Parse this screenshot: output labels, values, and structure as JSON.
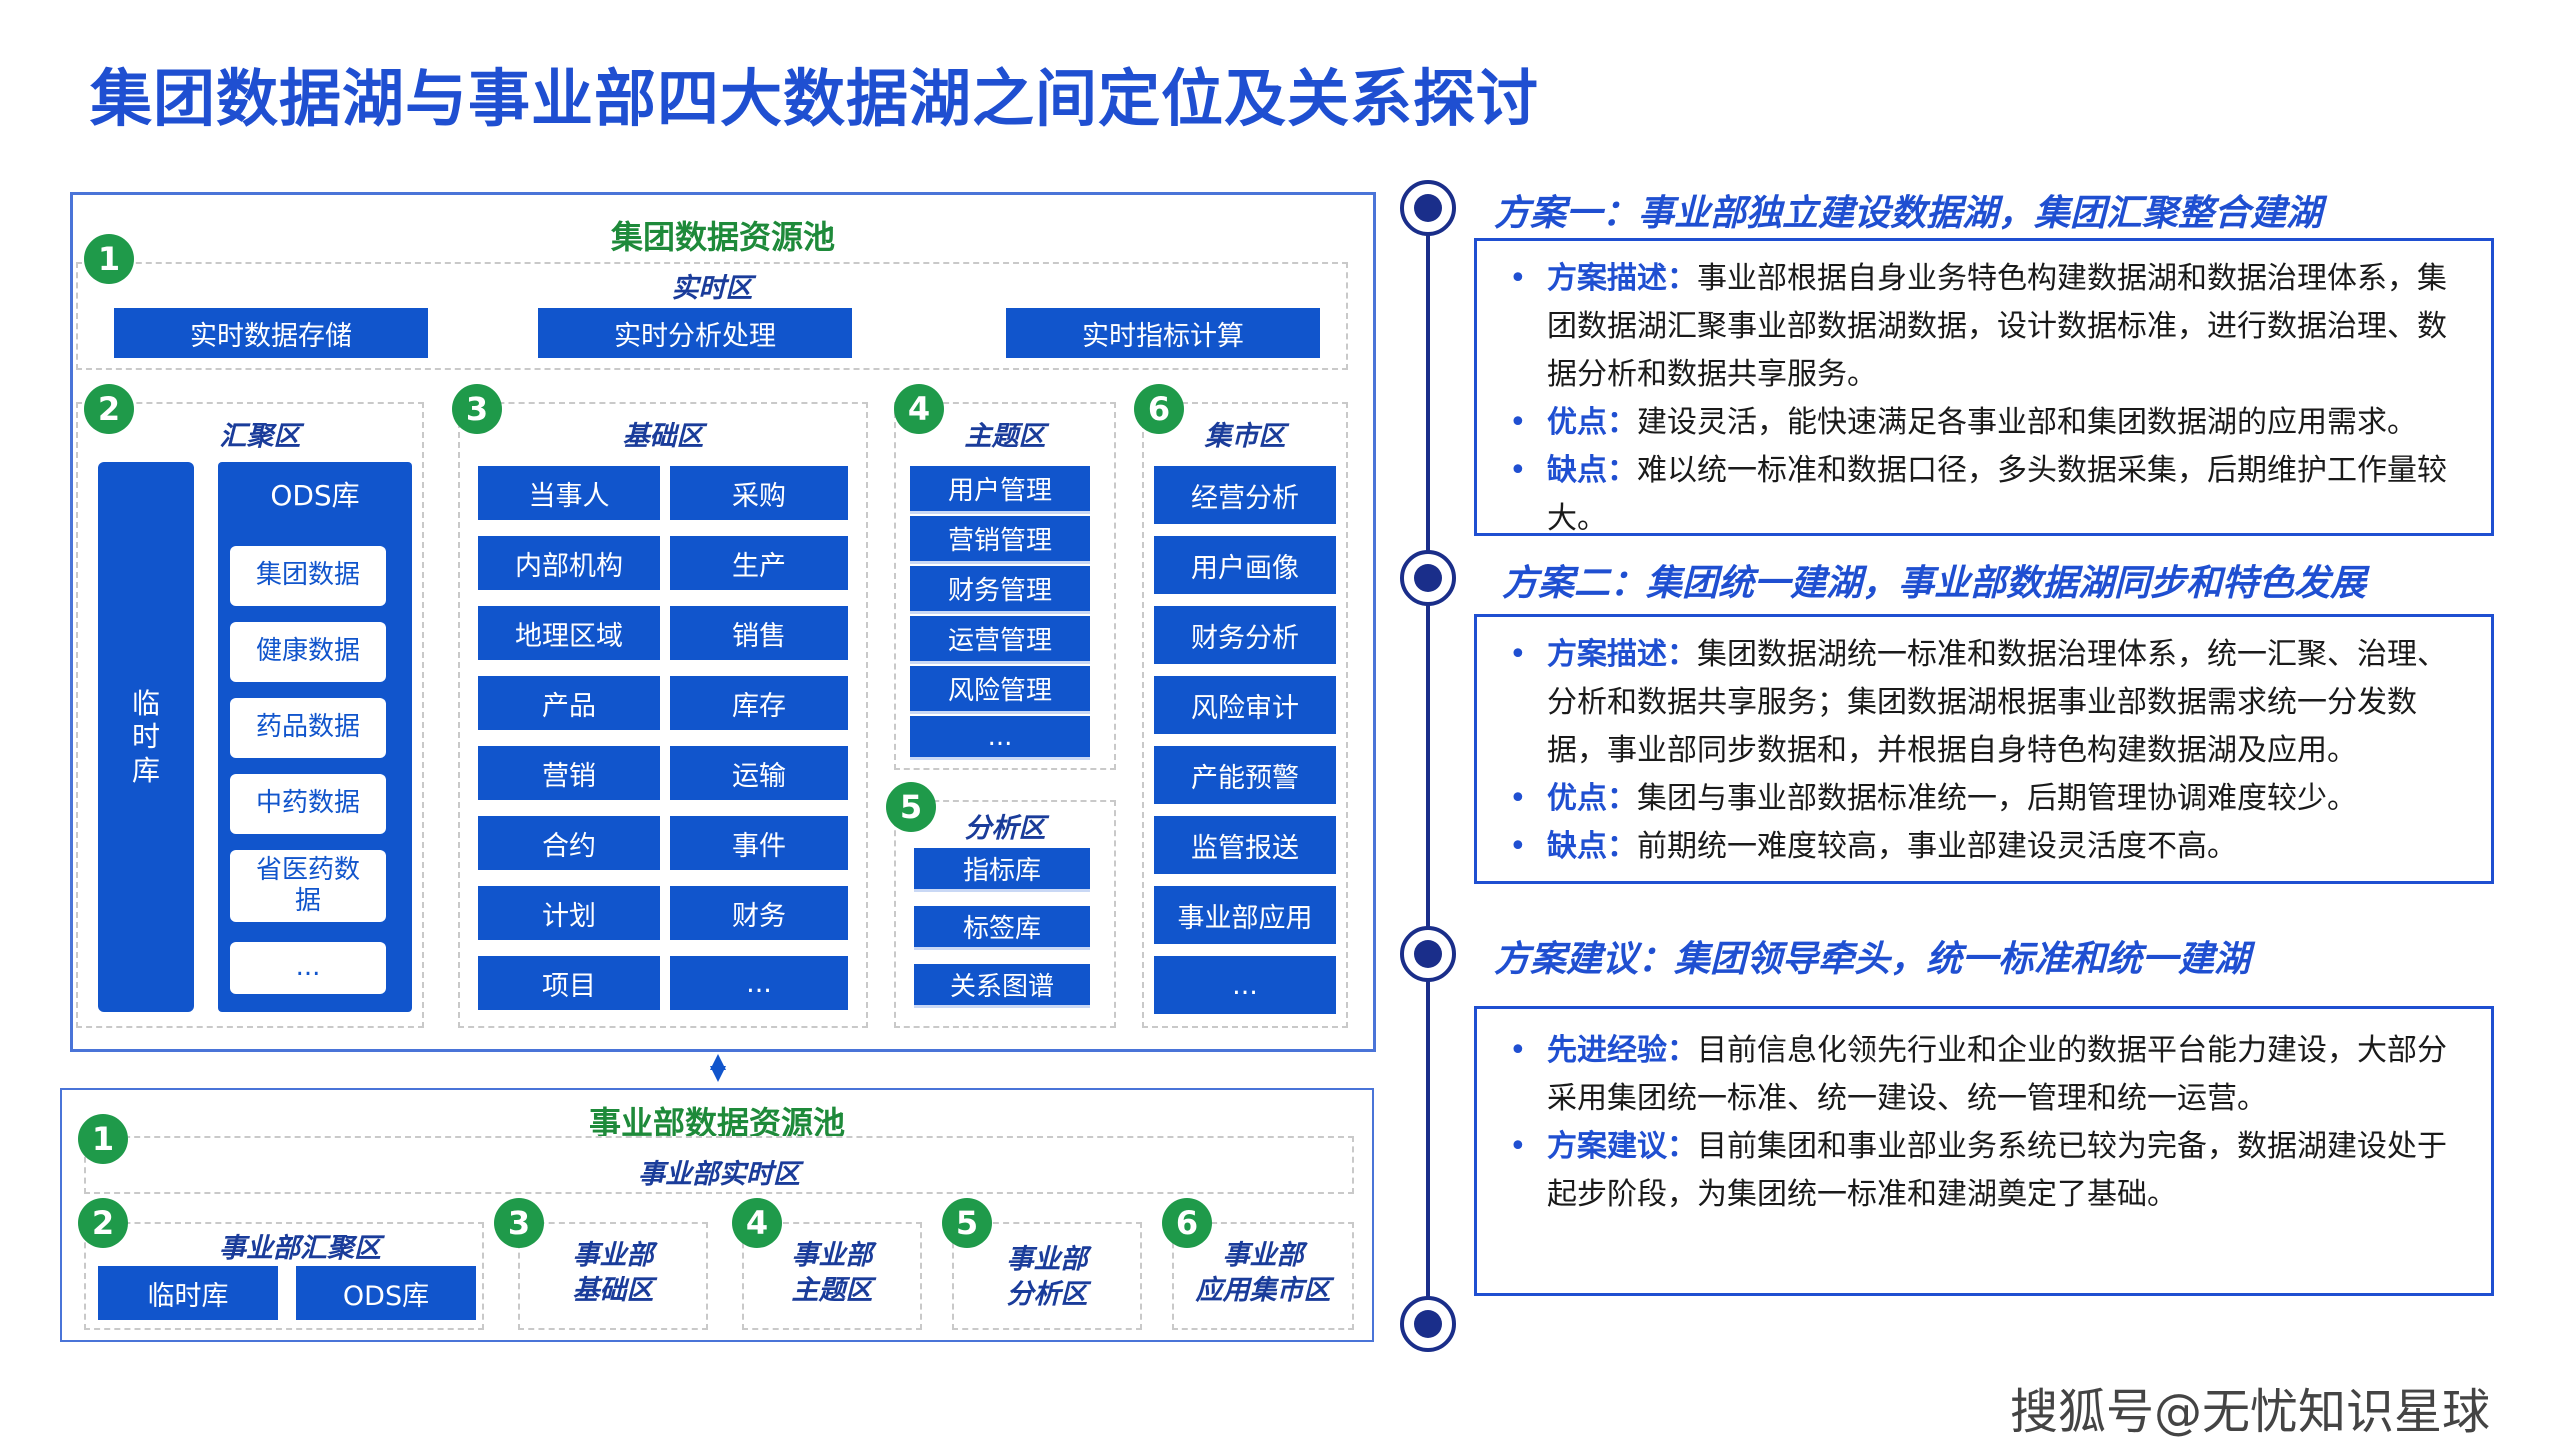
{
  "title": "集团数据湖与事业部四大数据湖之间定位及关系探讨",
  "group_pool": {
    "title": "集团数据资源池",
    "realtime": {
      "num": "1",
      "label": "实时区",
      "items": [
        "实时数据存储",
        "实时分析处理",
        "实时指标计算"
      ]
    },
    "aggregation": {
      "num": "2",
      "label": "汇聚区",
      "temp": "临时库",
      "ods_title": "ODS库",
      "ods_items": [
        "集团数据",
        "健康数据",
        "药品数据",
        "中药数据",
        "省医药数据",
        "..."
      ]
    },
    "foundation": {
      "num": "3",
      "label": "基础区",
      "left": [
        "当事人",
        "内部机构",
        "地理区域",
        "产品",
        "营销",
        "合约",
        "计划",
        "项目"
      ],
      "right": [
        "采购",
        "生产",
        "销售",
        "库存",
        "运输",
        "事件",
        "财务",
        "..."
      ]
    },
    "topic": {
      "num": "4",
      "label": "主题区",
      "items": [
        "用户管理",
        "营销管理",
        "财务管理",
        "运营管理",
        "风险管理",
        "..."
      ]
    },
    "analysis": {
      "num": "5",
      "label": "分析区",
      "items": [
        "指标库",
        "标签库",
        "关系图谱"
      ]
    },
    "market": {
      "num": "6",
      "label": "集市区",
      "items": [
        "经营分析",
        "用户画像",
        "财务分析",
        "风险审计",
        "产能预警",
        "监管报送",
        "事业部应用",
        "..."
      ]
    }
  },
  "bu_pool": {
    "title": "事业部数据资源池",
    "realtime": {
      "num": "1",
      "label": "事业部实时区"
    },
    "aggregation": {
      "num": "2",
      "label": "事业部汇聚区",
      "items": [
        "临时库",
        "ODS库"
      ]
    },
    "foundation": {
      "num": "3",
      "label": "事业部\n基础区"
    },
    "topic": {
      "num": "4",
      "label": "事业部\n主题区"
    },
    "analysis": {
      "num": "5",
      "label": "事业部\n分析区"
    },
    "market": {
      "num": "6",
      "label": "事业部\n应用集市区"
    }
  },
  "schemes": [
    {
      "title": "方案一：事业部独立建设数据湖，集团汇聚整合建湖",
      "bullets": [
        {
          "key": "方案描述：",
          "text": "事业部根据自身业务特色构建数据湖和数据治理体系，集团数据湖汇聚事业部数据湖数据，设计数据标准，进行数据治理、数据分析和数据共享服务。"
        },
        {
          "key": "优点：",
          "text": "建设灵活，能快速满足各事业部和集团数据湖的应用需求。"
        },
        {
          "key": "缺点：",
          "text": "难以统一标准和数据口径，多头数据采集，后期维护工作量较大。"
        }
      ]
    },
    {
      "title": "方案二：集团统一建湖，事业部数据湖同步和特色发展",
      "bullets": [
        {
          "key": "方案描述：",
          "text": "集团数据湖统一标准和数据治理体系，统一汇聚、治理、分析和数据共享服务；集团数据湖根据事业部数据需求统一分发数据，事业部同步数据和，并根据自身特色构建数据湖及应用。"
        },
        {
          "key": "优点：",
          "text": "集团与事业部数据标准统一，后期管理协调难度较少。"
        },
        {
          "key": "缺点：",
          "text": "前期统一难度较高，事业部建设灵活度不高。"
        }
      ]
    },
    {
      "title": "方案建议：集团领导牵头，统一标准和统一建湖",
      "bullets": [
        {
          "key": "先进经验：",
          "text": "目前信息化领先行业和企业的数据平台能力建设，大部分采用集团统一标准、统一建设、统一管理和统一运营。"
        },
        {
          "key": "方案建议：",
          "text": "目前集团和事业部业务系统已较为完备，数据湖建设处于起步阶段，为集团统一标准和建湖奠定了基础。"
        }
      ]
    }
  ],
  "watermark": "搜狐号@无忧知识星球",
  "colors": {
    "accent": "#1f4fd1",
    "box": "#1155cc",
    "badge": "#1f9a4a",
    "pool_title": "#1e8a3a"
  }
}
